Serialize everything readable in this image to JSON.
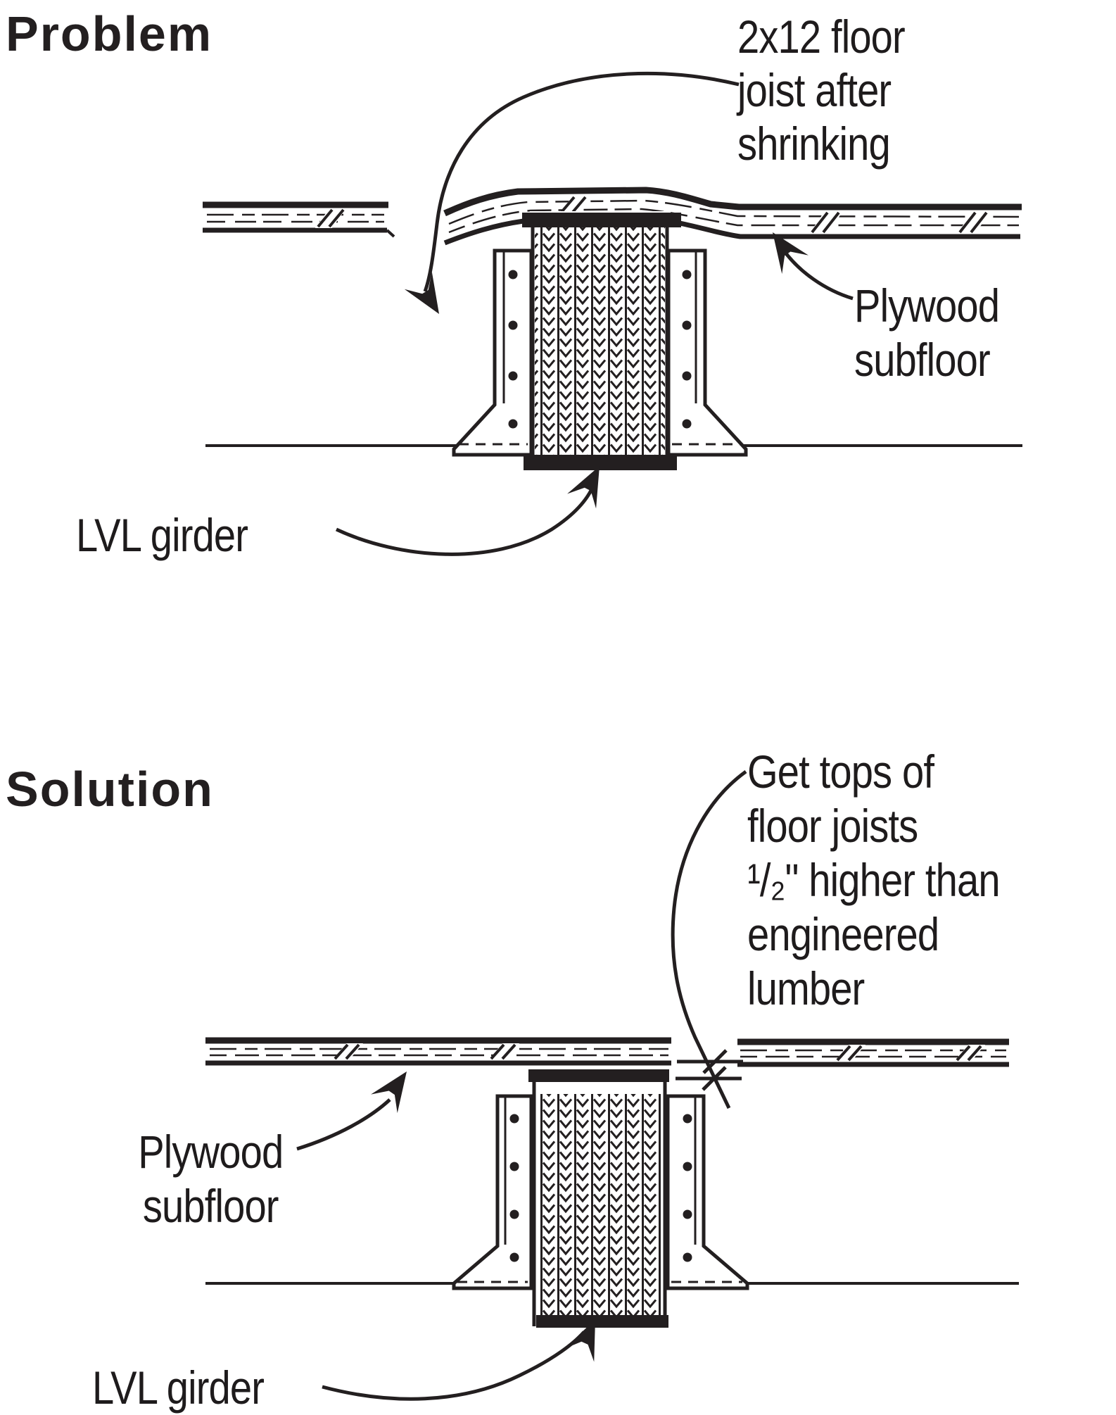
{
  "page": {
    "background_color": "#ffffff",
    "ink_color": "#231f20"
  },
  "problem": {
    "heading": "Problem",
    "annotations": {
      "joist": "2x12 floor\njoist after\nshrinking",
      "plywood": "Plywood\nsubfloor",
      "girder": "LVL girder"
    }
  },
  "solution": {
    "heading": "Solution",
    "annotations": {
      "note": "Get tops of\nfloor joists\n¹/₂\" higher than\nengineered lumber",
      "plywood": "Plywood\nsubfloor",
      "girder": "LVL girder"
    }
  }
}
